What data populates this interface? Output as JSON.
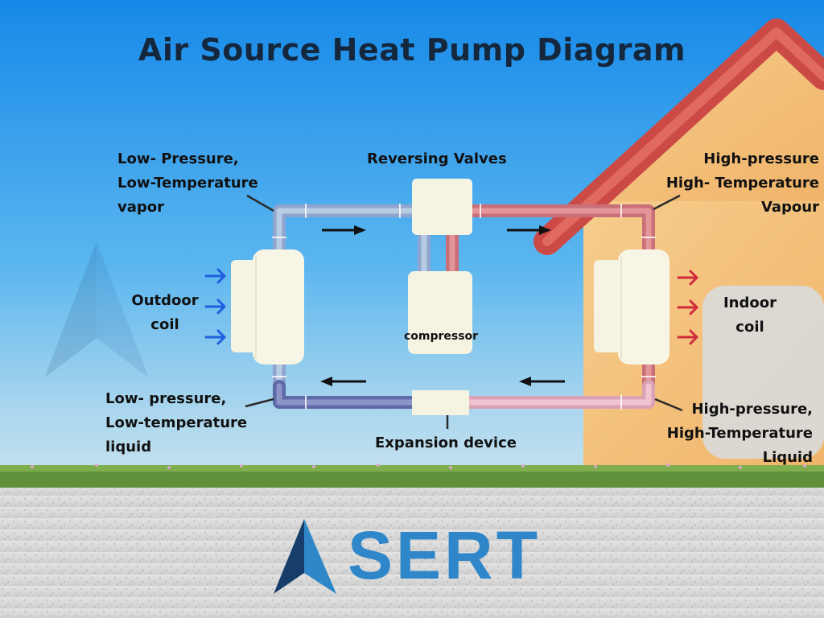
{
  "title": "Air Source Heat Pump Diagram",
  "labels": {
    "top_left": [
      "Low- Pressure,",
      "Low-Temperature",
      "vapor"
    ],
    "reversing_valves": "Reversing Valves",
    "top_right": [
      "High-pressure",
      "High- Temperature",
      "Vapour"
    ],
    "outdoor_coil": [
      "Outdoor",
      "coil"
    ],
    "indoor_coil": [
      "Indoor",
      "coil"
    ],
    "compressor": "compressor",
    "bottom_left": [
      "Low- pressure,",
      "Low-temperature",
      "liquid"
    ],
    "expansion_device": "Expansion device",
    "bottom_right": [
      "High-pressure,",
      "High-Temperature",
      "Liquid"
    ]
  },
  "logo": {
    "text": "SERT"
  },
  "colors": {
    "cold_pipe": "#7f8fc2",
    "hot_pipe": "#d98a8f",
    "cold_arrow": "#1f5fe0",
    "hot_arrow": "#d12a3a",
    "title": "#14273d",
    "logo": "#2f86c8"
  }
}
